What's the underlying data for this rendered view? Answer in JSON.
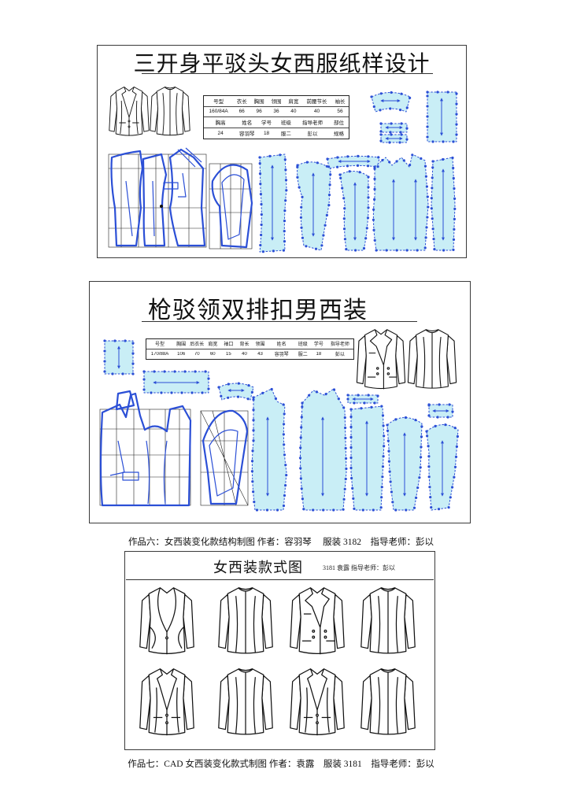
{
  "panel1": {
    "title": "三开身平驳头女西服纸样设计",
    "table": {
      "rows": [
        [
          "号型",
          "衣长",
          "胸围",
          "领围",
          "肩宽",
          "前腰节长",
          "袖长"
        ],
        [
          "160/84A",
          "66",
          "96",
          "36",
          "40",
          "40",
          "56"
        ],
        [
          "胸高",
          "姓名",
          "学号",
          "班级",
          "指导老师",
          "部位"
        ],
        [
          "24",
          "容羽琴",
          "18",
          "服二",
          "彭以",
          "规格"
        ]
      ]
    }
  },
  "panel2": {
    "title": "枪驳领双排扣男西装",
    "table": {
      "rows": [
        [
          "号型",
          "胸围",
          "后衣长",
          "肩宽",
          "袖口",
          "背长",
          "领围",
          "姓名",
          "班级",
          "学号",
          "指导老师"
        ],
        [
          "170/88A",
          "106",
          "70",
          "60",
          "15",
          "40",
          "43",
          "容羽琴",
          "服二",
          "18",
          "彭以"
        ]
      ]
    }
  },
  "caption1": "作品六：女西装变化款结构制图  作者：容羽琴　 服装 3182　指导老师：彭以",
  "panel3": {
    "title": "女西装款式图",
    "subtitle": "3181 袁露  指导老师：彭以"
  },
  "caption2": "作品七：CAD 女西装变化款式制图  作者：袁露　服装 3181　指导老师：彭以",
  "colors": {
    "pattern_line": "#2b4fd6",
    "piece_fill": "#c9eef6",
    "frame": "#3a3a3a"
  }
}
